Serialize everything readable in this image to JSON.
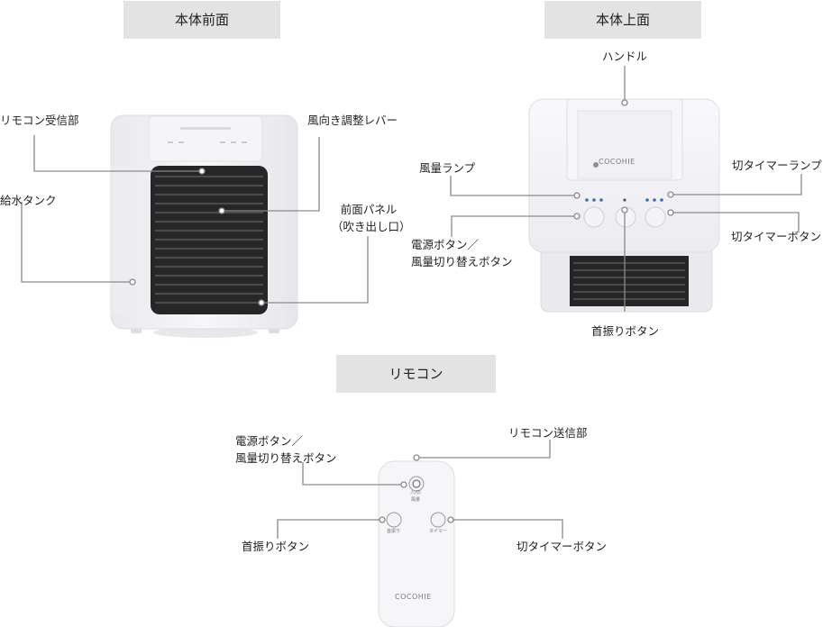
{
  "sections": {
    "front": "本体前面",
    "top": "本体上面",
    "remote": "リモコン"
  },
  "front_labels": {
    "remote_receiver": "リモコン受信部",
    "water_tank": "給水タンク",
    "wind_lever": "風向き調整レバー",
    "front_panel_1": "前面パネル",
    "front_panel_2": "（吹き出し口）"
  },
  "top_labels": {
    "handle": "ハンドル",
    "fan_lamp": "風量ランプ",
    "timer_lamp": "切タイマーランプ",
    "timer_button": "切タイマーボタン",
    "power_button_1": "電源ボタン／",
    "power_button_2": "風量切り替えボタン",
    "swing_button": "首振りボタン"
  },
  "remote_labels": {
    "transmitter": "リモコン送信部",
    "power_button_1": "電源ボタン／",
    "power_button_2": "風量切り替えボタン",
    "swing_button": "首振りボタン",
    "timer_button": "切タイマーボタン"
  },
  "product_text": {
    "brand": "COCOHIE",
    "remote_power_small": "入/切",
    "remote_fan_small": "風量",
    "remote_swing_small": "首振り",
    "remote_timer_small": "タイマー"
  },
  "colors": {
    "leader": "#8a8a8a",
    "header_bg": "#e3e3e3",
    "device_body": "#f3f3f6",
    "grille": "#2a2a2a"
  }
}
